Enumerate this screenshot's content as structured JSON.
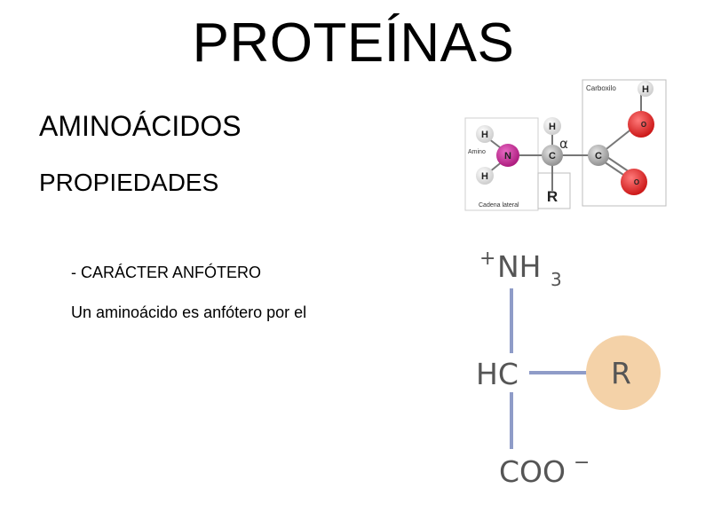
{
  "slide": {
    "title": "PROTEÍNAS",
    "heading_1": "AMINOÁCIDOS",
    "heading_2": "PROPIEDADES",
    "bullet": "- CARÁCTER ANFÓTERO",
    "body": "Un aminoácido es anfótero por el"
  },
  "molecule": {
    "carboxilo_label": "Carboxilo",
    "amino_label": "Amino",
    "side_chain_label": "Cadena lateral",
    "alpha": "α",
    "atoms": {
      "H": "H",
      "N": "N",
      "C": "C",
      "O": "O",
      "R": "R"
    }
  },
  "zwitterion": {
    "amine_charge": "+",
    "amine": "NH",
    "amine_sub": "3",
    "center": "HC",
    "carboxylate": "COO",
    "carboxylate_charge": "−",
    "r_group": "R"
  },
  "colors": {
    "text": "#000000",
    "n_atom": "#c2188f",
    "o_atom": "#d81f1f",
    "c_atom": "#9a9a9a",
    "h_atom": "#d5d5d5",
    "bond_blue": "#8f9cc8",
    "r_circle": "#f4d2a8",
    "zw_text": "#555555"
  }
}
